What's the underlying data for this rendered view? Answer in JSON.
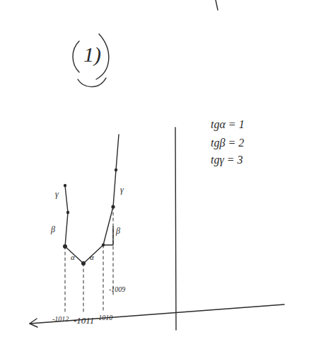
{
  "diagram": {
    "labels": [
      "1)",
      "tgα = 1",
      "tgβ = 2",
      "tgγ = 3",
      "γ",
      "γ",
      "β",
      "β",
      "α",
      "α",
      "-1009",
      "-1012",
      "-1011",
      "-1010"
    ]
  }
}
